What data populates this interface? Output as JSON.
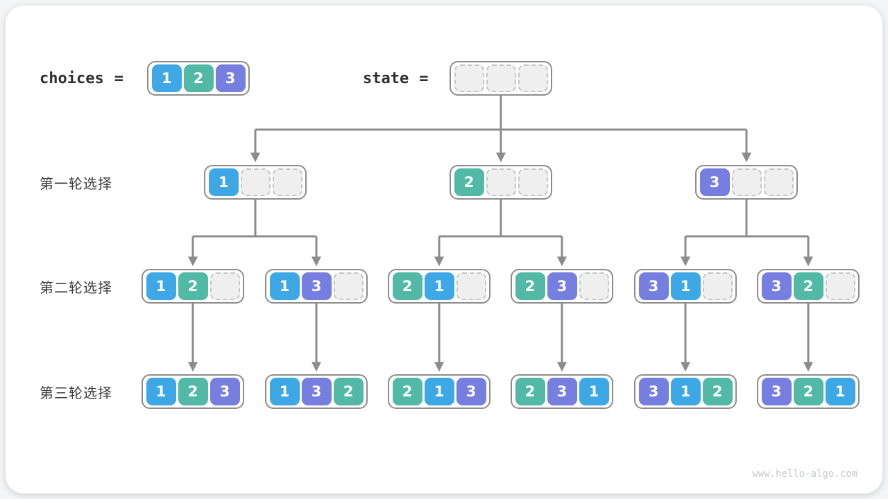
{
  "header": {
    "choices_label": "choices",
    "state_label": "state",
    "equals": "=",
    "choices_values": [
      1,
      2,
      3
    ],
    "state_values": [
      null,
      null,
      null
    ]
  },
  "rows": [
    {
      "label": "第一轮选择"
    },
    {
      "label": "第二轮选择"
    },
    {
      "label": "第三轮选择"
    }
  ],
  "tree": {
    "round1": [
      [
        1,
        null,
        null
      ],
      [
        2,
        null,
        null
      ],
      [
        3,
        null,
        null
      ]
    ],
    "round2": [
      [
        1,
        2,
        null
      ],
      [
        1,
        3,
        null
      ],
      [
        2,
        1,
        null
      ],
      [
        2,
        3,
        null
      ],
      [
        3,
        1,
        null
      ],
      [
        3,
        2,
        null
      ]
    ],
    "round3": [
      [
        1,
        2,
        3
      ],
      [
        1,
        3,
        2
      ],
      [
        2,
        1,
        3
      ],
      [
        2,
        3,
        1
      ],
      [
        3,
        1,
        2
      ],
      [
        3,
        2,
        1
      ]
    ]
  },
  "colors": {
    "1": "#3ea7e6",
    "2": "#52b9a7",
    "3": "#767fe0",
    "line": "#8c8c8c",
    "empty_bg": "#efefef",
    "empty_border": "#c6c6c6",
    "label_text": "#3c3c3c"
  },
  "watermark": "www.hello-algo.com"
}
